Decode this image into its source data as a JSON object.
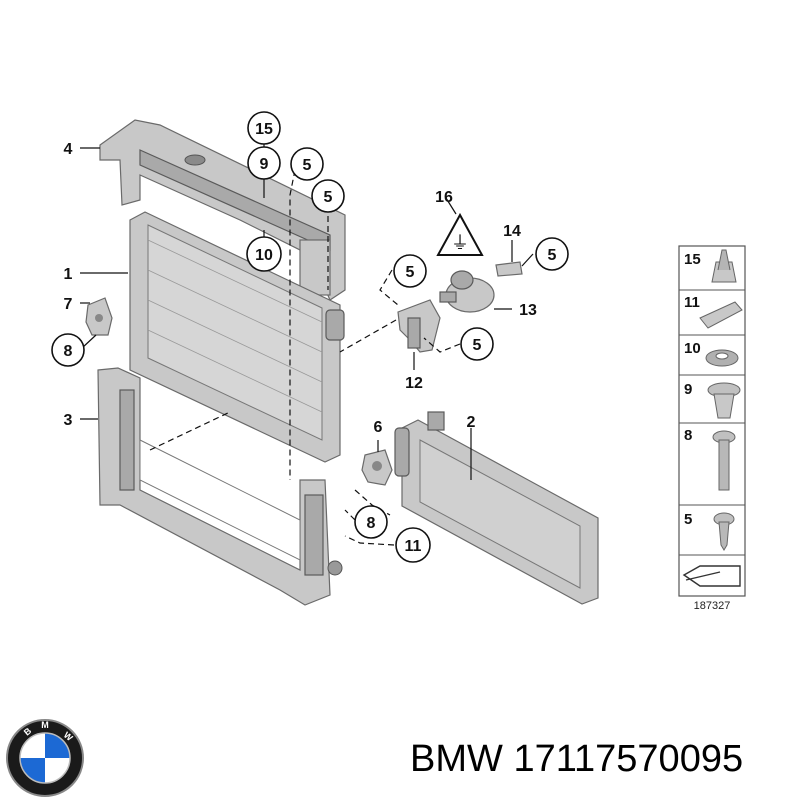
{
  "callouts": {
    "c1": "1",
    "c2": "2",
    "c3": "3",
    "c4": "4",
    "c5a": "5",
    "c5b": "5",
    "c5c": "5",
    "c5d": "5",
    "c5e": "5",
    "c6": "6",
    "c7": "7",
    "c8a": "8",
    "c8b": "8",
    "c9": "9",
    "c10": "10",
    "c11": "11",
    "c12": "12",
    "c13": "13",
    "c14": "14",
    "c15": "15",
    "c16": "16"
  },
  "legend": {
    "items": [
      "15",
      "11",
      "10",
      "9",
      "8",
      "5"
    ],
    "reference": "187327"
  },
  "caption": {
    "brand": "BMW",
    "part_number": "17117570095",
    "full": "BMW 17117570095"
  },
  "logo": {
    "letters": "BMW",
    "colors": {
      "ring": "#1a1a1a",
      "blue": "#1c69d4",
      "white": "#ffffff"
    }
  }
}
